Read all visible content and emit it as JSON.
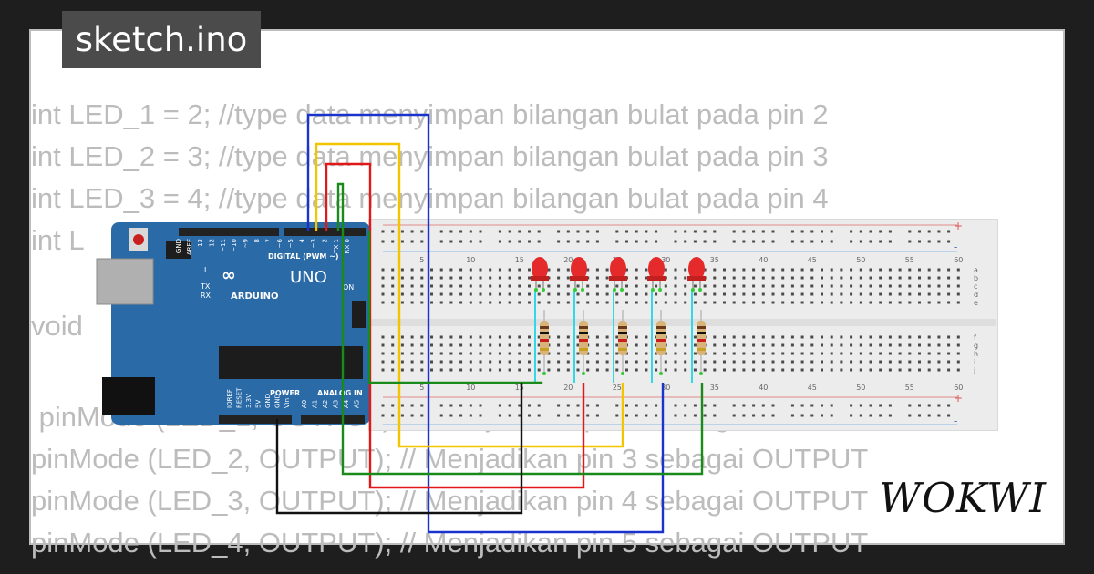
{
  "header": {
    "file_tab": "sketch.ino"
  },
  "code": {
    "lines": [
      "int LED_1 = 2; //type data menyimpan bilangan bulat pada pin 2",
      "int LED_2 = 3; //type data menyimpan bilangan bulat pada pin 3",
      "int LED_3 = 4; //type data menyimpan bilangan bulat pada pin 4",
      "int L",
      "void",
      " pinMode (LED_1, OUTPUT); // Menjadikan pin 2 sebagai OUTPUT",
      "pinMode (LED_2, OUTPUT); // Menjadikan pin 3 sebagai OUTPUT",
      "pinMode (LED_3, OUTPUT); // Menjadikan pin 4 sebagai OUTPUT",
      "pinMode (LED_4, OUTPUT); // Menjadikan pin 5 sebagai OUTPUT"
    ]
  },
  "board": {
    "name": "UNO",
    "brand": "ARDUINO",
    "digital_label": "DIGITAL (PWM ~)",
    "analog_label": "ANALOG IN",
    "power_label": "POWER",
    "on_label": "ON",
    "l_label": "L",
    "tx_label": "TX",
    "rx_label": "RX",
    "aref_label": "AREF",
    "gnd_label": "GND",
    "top_pins": [
      "13",
      "12",
      "~11",
      "~10",
      "~9",
      "8",
      "7",
      "~6",
      "~5",
      "4",
      "~3",
      "2",
      "TX 1",
      "RX 0"
    ],
    "power_pins": [
      "IOREF",
      "RESET",
      "3.3V",
      "5V",
      "GND",
      "GND",
      "Vin"
    ],
    "analog_pins": [
      "A0",
      "A1",
      "A2",
      "A3",
      "A4",
      "A5"
    ]
  },
  "breadboard": {
    "column_numbers": [
      "5",
      "10",
      "15",
      "20",
      "25",
      "30",
      "35",
      "40",
      "45",
      "50",
      "55",
      "60"
    ],
    "row_letters_top": [
      "a",
      "b",
      "c",
      "d",
      "e"
    ],
    "row_letters_bottom": [
      "f",
      "g",
      "h",
      "i",
      "j"
    ],
    "plus": "+",
    "minus": "-"
  },
  "brand": {
    "logo_text": "WOKWI"
  },
  "colors": {
    "background": "#1e1e1e",
    "board": "#2a6aa6",
    "wire_blue": "#1a33cc",
    "wire_yellow": "#f5c400",
    "wire_red": "#e01818",
    "wire_green": "#1a8a1a",
    "wire_black": "#111111",
    "wire_cyan": "#30d8e8",
    "led_red": "#e42a2a"
  }
}
